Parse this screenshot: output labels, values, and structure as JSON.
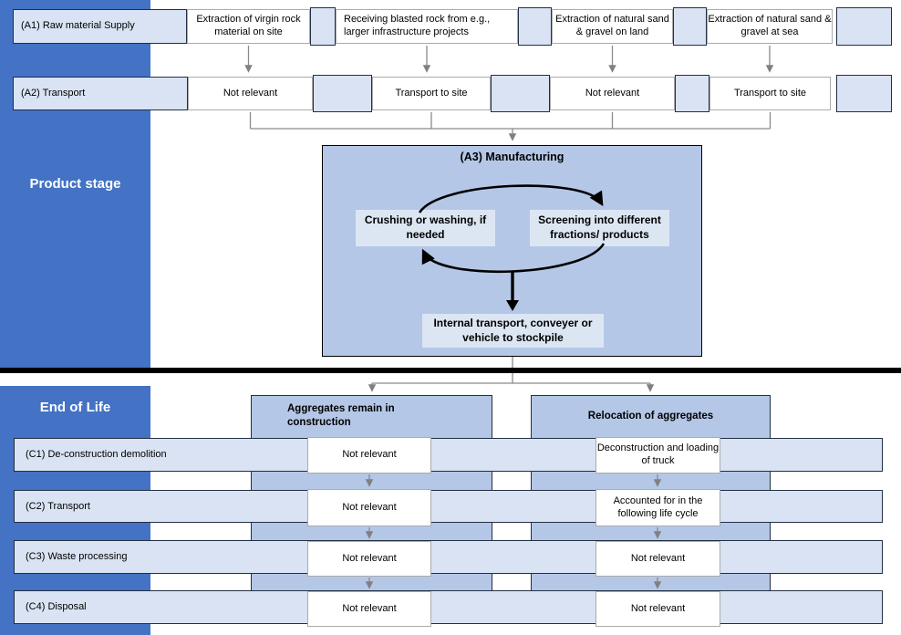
{
  "sidebar": {
    "product_stage": "Product stage",
    "end_of_life": "End of Life"
  },
  "product": {
    "a1": {
      "label": "(A1) Raw material Supply",
      "cells": [
        "Extraction of virgin rock material on site",
        "Receiving blasted rock from e.g., larger infrastructure projects",
        "Extraction of natural sand & gravel on land",
        "Extraction of natural sand & gravel at sea"
      ]
    },
    "a2": {
      "label": "(A2) Transport",
      "cells": [
        "Not relevant",
        "Transport to site",
        "Not relevant",
        "Transport to site"
      ]
    },
    "a3": {
      "title": "(A3) Manufacturing",
      "crushing": "Crushing or washing, if needed",
      "screening": "Screening into different fractions/ products",
      "internal": "Internal transport, conveyer or vehicle to stockpile"
    }
  },
  "end_of_life": {
    "branches": [
      "Aggregates remain in construction",
      "Relocation of aggregates"
    ],
    "rows": [
      {
        "label": "(C1) De-construction demolition",
        "left": "Not relevant",
        "right": "Deconstruction and loading of truck"
      },
      {
        "label": "(C2) Transport",
        "left": "Not relevant",
        "right": "Accounted for in the following life cycle"
      },
      {
        "label": "(C3) Waste processing",
        "left": "Not relevant",
        "right": "Not relevant"
      },
      {
        "label": "(C4) Disposal",
        "left": "Not relevant",
        "right": "Not relevant"
      }
    ]
  },
  "colors": {
    "sidebar": "#4472c4",
    "light": "#dae3f3",
    "medium": "#b4c7e7",
    "inner": "#dce6f3",
    "border": "#222f44",
    "connector": "#8a8a8a"
  }
}
